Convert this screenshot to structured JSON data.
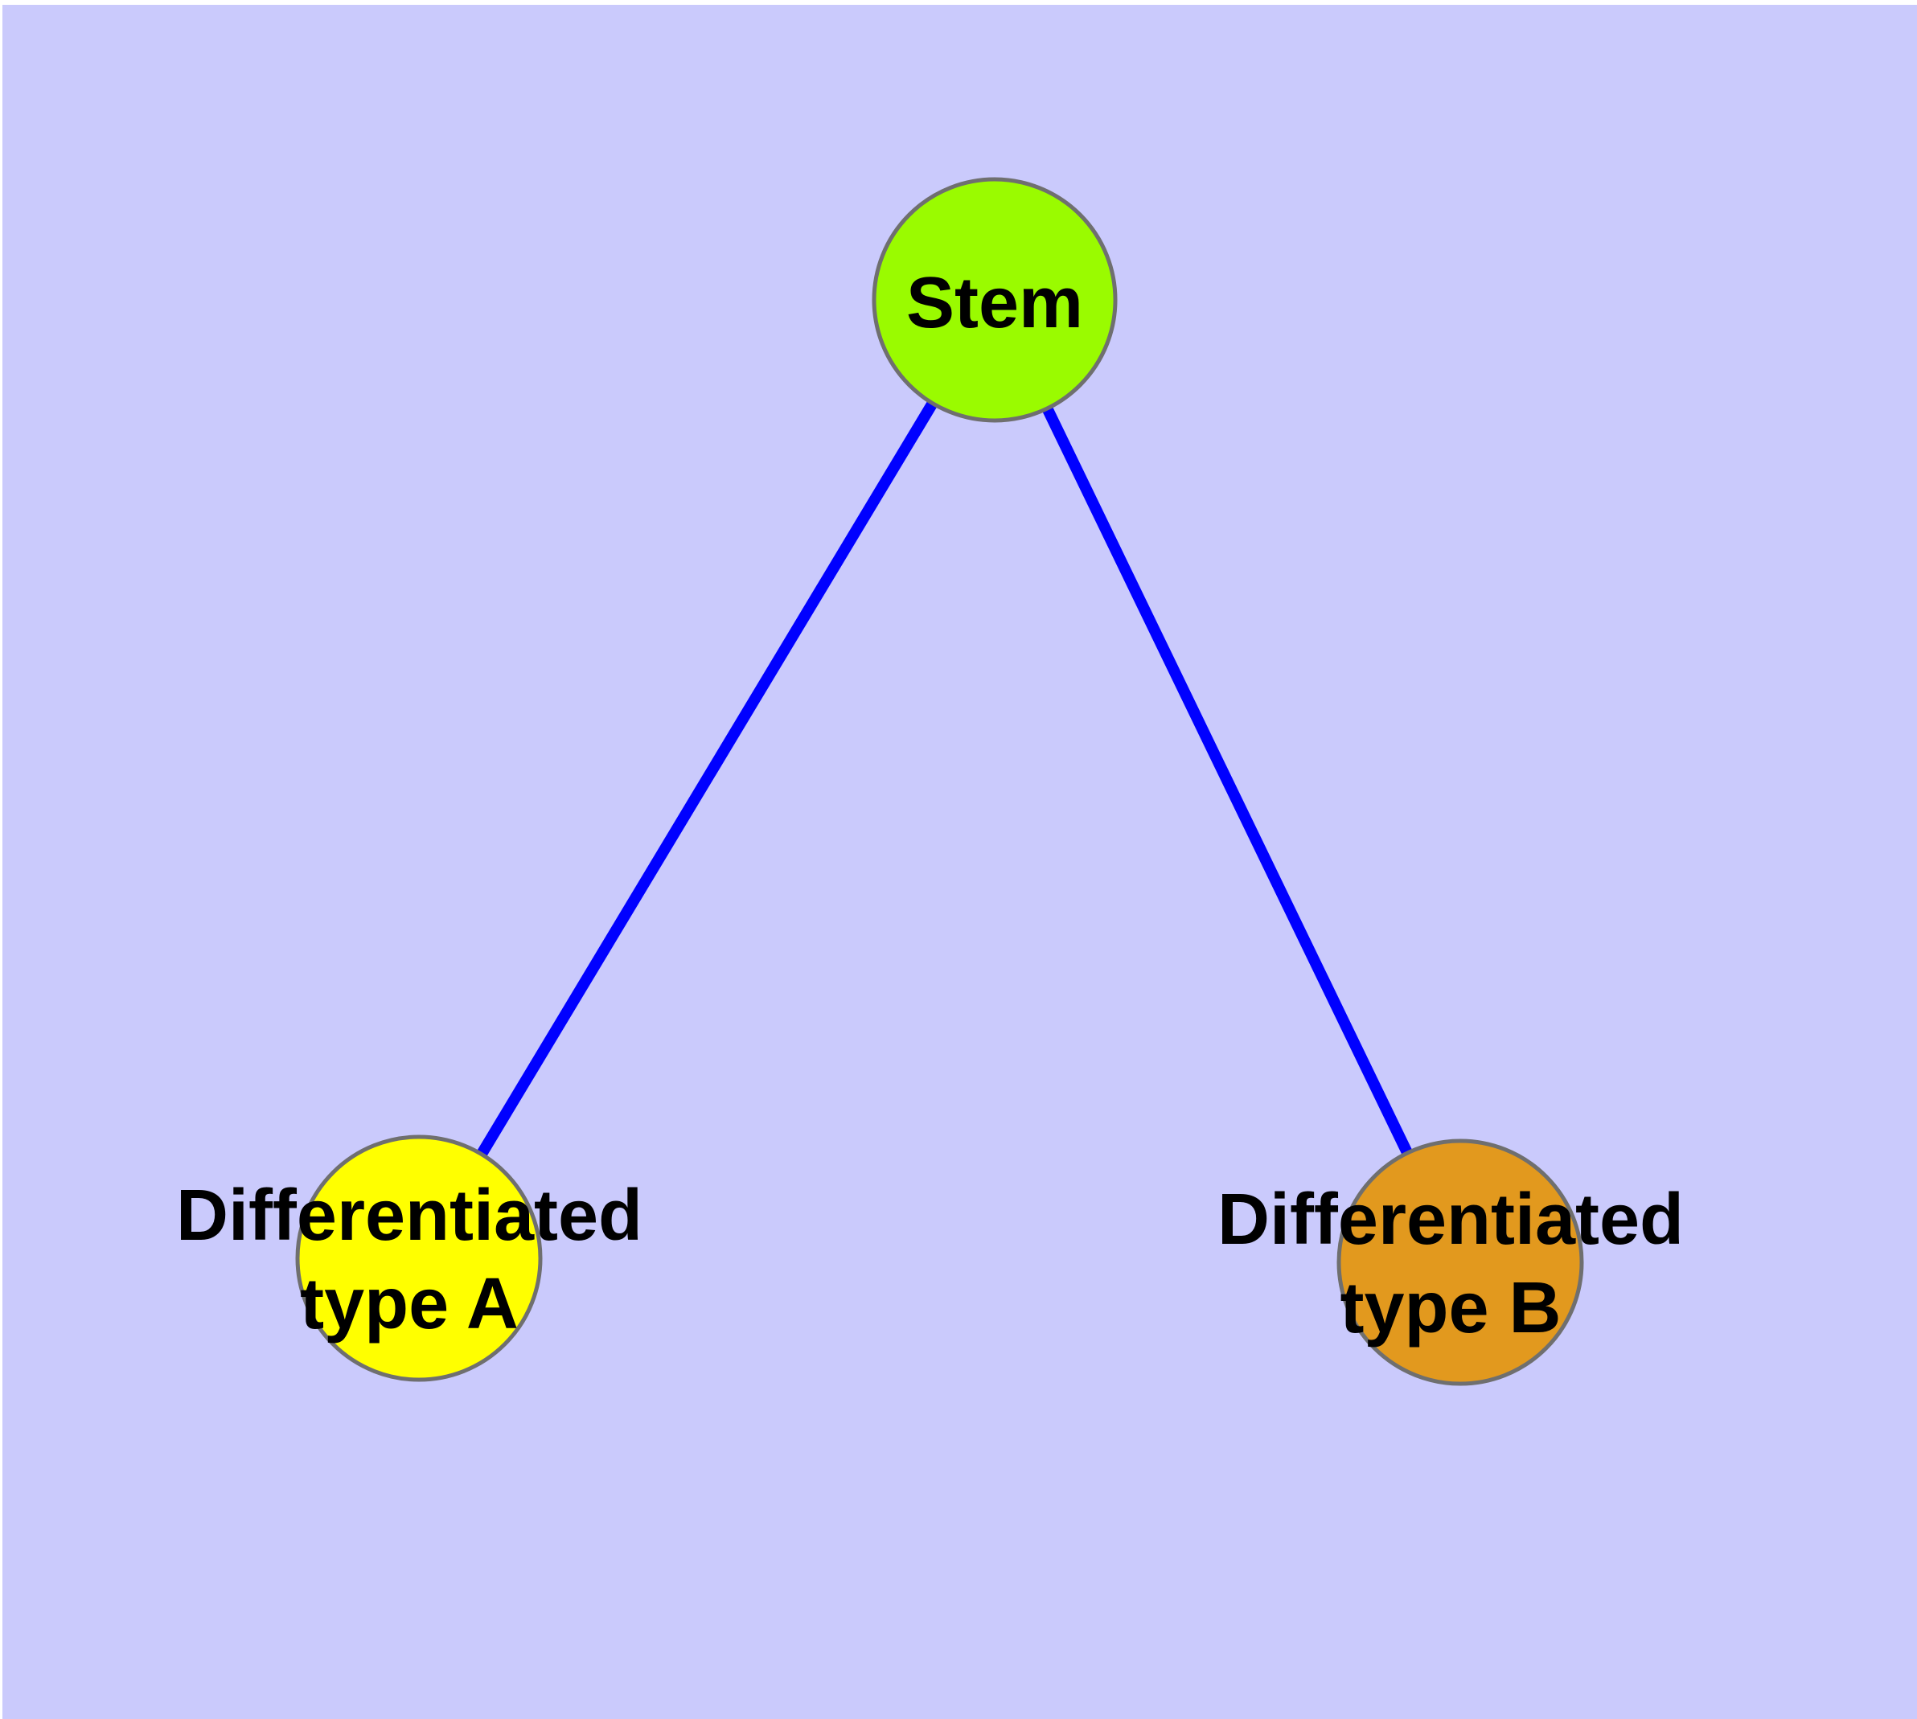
{
  "figure": {
    "background_color": "#cacafc",
    "margin_color": "#ffffff",
    "edge_color": "#0000ff",
    "node_border_color": "#6f6f6f",
    "text_color": "#000000",
    "nodes": [
      {
        "id": "stem",
        "label": "Stem",
        "fill_color": "#9afb00"
      },
      {
        "id": "differentiated-type-a",
        "label_line1": "Differentiated",
        "label_line2": "type A",
        "fill_color": "#ffff00"
      },
      {
        "id": "differentiated-type-b",
        "label_line1": "Differentiated",
        "label_line2": "type B",
        "fill_color": "#e2991e"
      }
    ],
    "edges": [
      {
        "from": "Stem",
        "to": "Differentiated type A"
      },
      {
        "from": "Stem",
        "to": "Differentiated type B"
      }
    ]
  }
}
